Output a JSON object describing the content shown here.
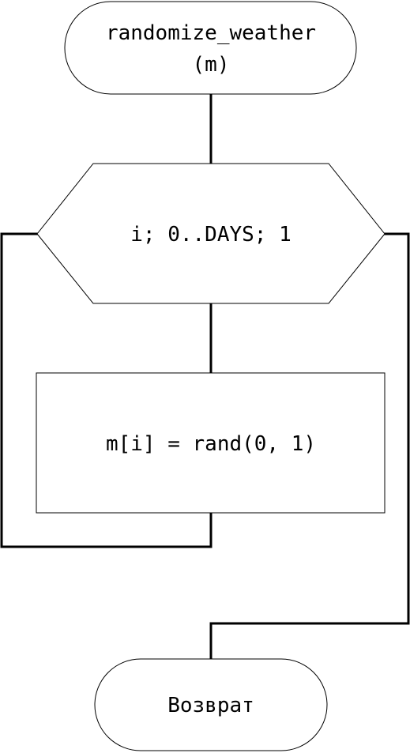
{
  "diagram": {
    "start": {
      "line1": "randomize_weather",
      "line2": "(m)"
    },
    "loop": {
      "label": "i; 0..DAYS; 1"
    },
    "process": {
      "label": "m[i] = rand(0, 1)"
    },
    "end": {
      "label": "Возврат"
    }
  }
}
